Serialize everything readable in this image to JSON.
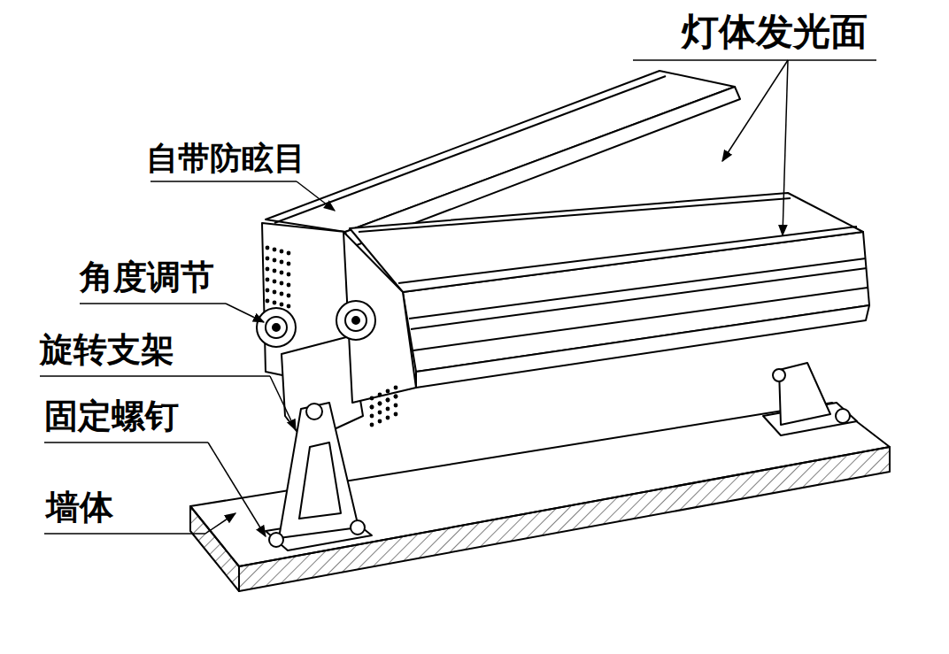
{
  "diagram": {
    "labels": [
      "灯体发光面",
      "自带防眩目",
      "角度调节",
      "旋转支架",
      "固定螺钉",
      "墙体"
    ]
  }
}
